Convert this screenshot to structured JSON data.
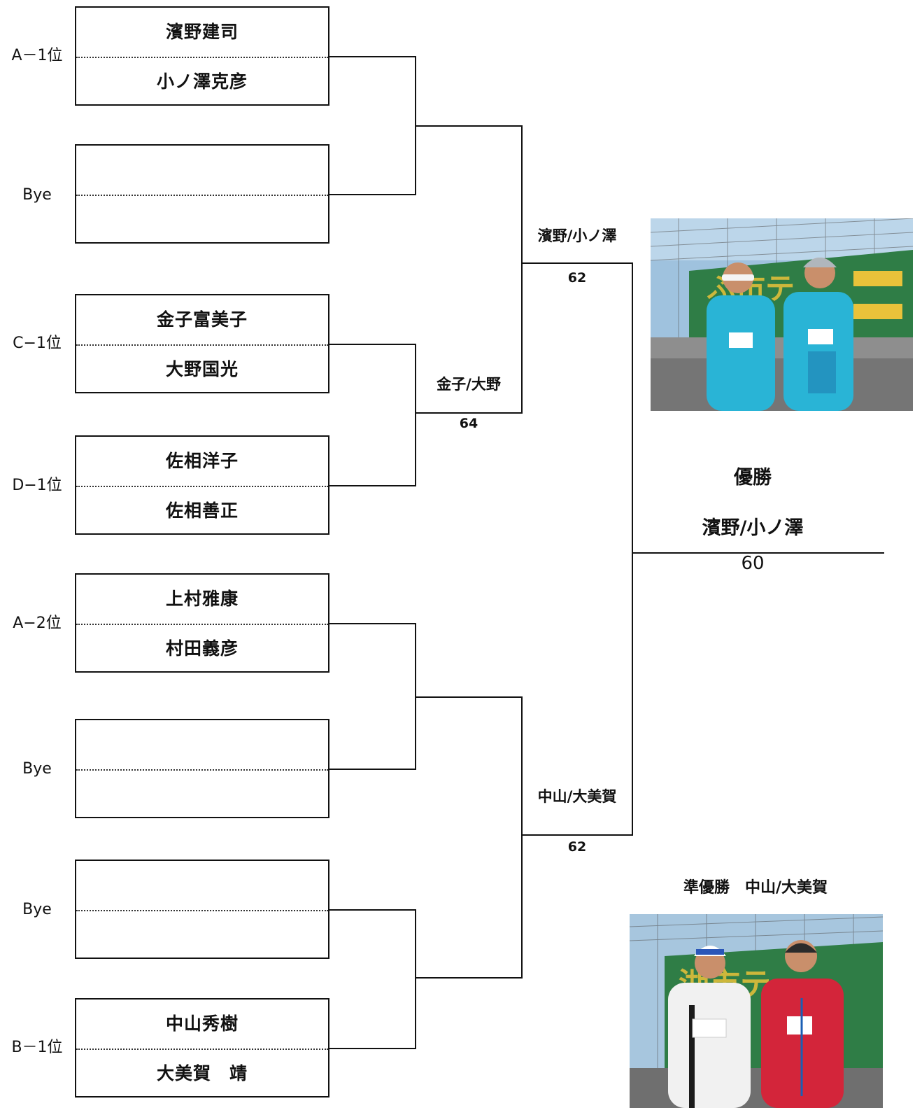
{
  "seeds": [
    {
      "label": "A－1位",
      "players": [
        "濱野建司",
        "小ノ澤克彦"
      ]
    },
    {
      "label": "Bye",
      "players": [
        "",
        ""
      ]
    },
    {
      "label": "C−1位",
      "players": [
        "金子富美子",
        "大野国光"
      ]
    },
    {
      "label": "D−1位",
      "players": [
        "佐相洋子",
        "佐相善正"
      ]
    },
    {
      "label": "A−2位",
      "players": [
        "上村雅康",
        "村田義彦"
      ]
    },
    {
      "label": "Bye",
      "players": [
        "",
        ""
      ]
    },
    {
      "label": "Bye",
      "players": [
        "",
        ""
      ]
    },
    {
      "label": "B－1位",
      "players": [
        "中山秀樹",
        "大美賀　靖"
      ]
    }
  ],
  "round2": {
    "qf2_winner": "金子/大野",
    "qf2_score": "64"
  },
  "semis": {
    "top_winner": "濱野/小ノ澤",
    "top_score": "62",
    "bottom_winner": "中山/大美賀",
    "bottom_score": "62"
  },
  "final": {
    "title": "優勝",
    "champion": "濱野/小ノ澤",
    "score": "60",
    "runner_up_caption": "準優勝　中山/大美賀"
  },
  "colors": {
    "line": "#111111",
    "banner_green": "#2f7d46",
    "banner_text": "#e9c23a",
    "shirt_cyan": "#29b4d6",
    "shirt_red": "#d3253a"
  }
}
